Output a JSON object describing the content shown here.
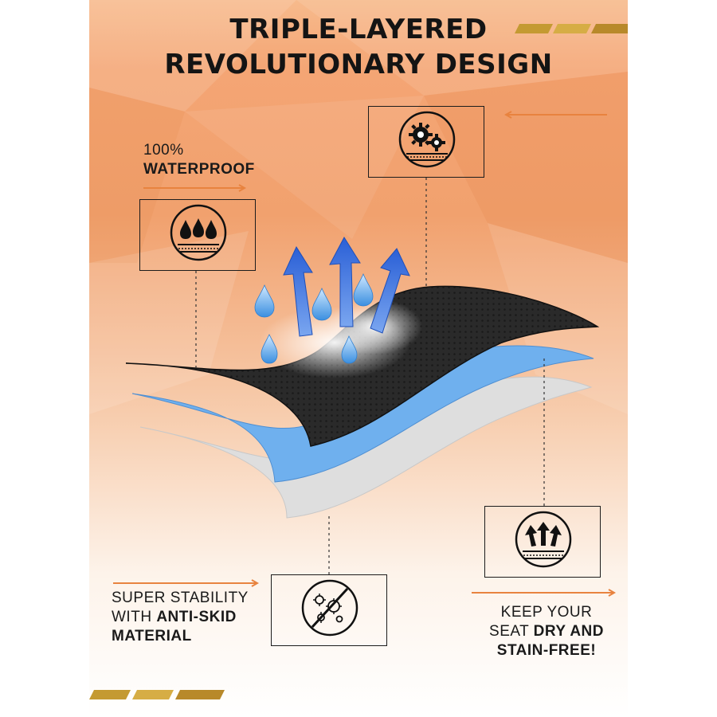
{
  "headline": {
    "line1": "TRIPLE-LAYERED",
    "line2": "REVOLUTIONARY DESIGN"
  },
  "features": {
    "waterproof": {
      "line1": "100%",
      "line2": "WATERPROOF",
      "icon": "water-drops-icon"
    },
    "breathable": {
      "icon": "gears-icon"
    },
    "anti_skid": {
      "line1": "SUPER STABILITY",
      "line2_plain": "WITH ",
      "line2_bold": "ANTI-SKID",
      "line3": "MATERIAL",
      "icon": "no-bacteria-icon"
    },
    "dry": {
      "line1": "KEEP YOUR",
      "line2_plain": "SEAT ",
      "line2_bold": "DRY AND",
      "line3": "STAIN-FREE!",
      "icon": "up-arrows-icon"
    }
  },
  "colors": {
    "accent_orange": "#e8833f",
    "gold_stripe": "#c49a32",
    "layer_top": "#2a2a2a",
    "layer_middle": "#6fb0ee",
    "layer_bottom": "#dedede",
    "drop_blue": "#4aa0e8",
    "arrow_blue": "#3a6fe0"
  }
}
